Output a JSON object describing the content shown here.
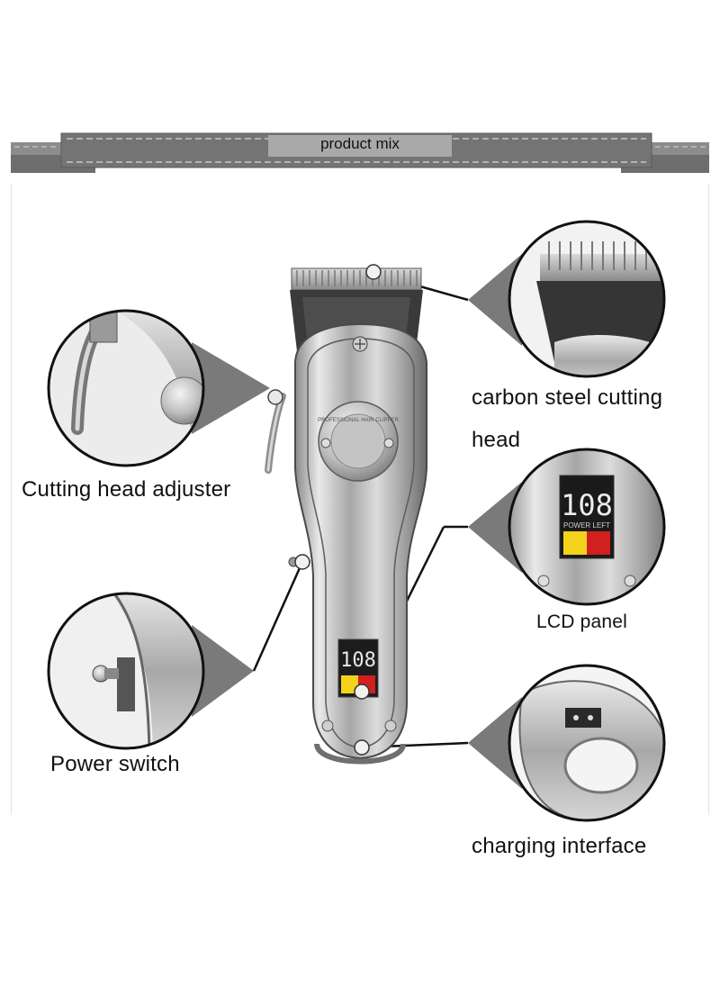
{
  "banner": {
    "title": "product mix"
  },
  "callouts": {
    "cutting_head_adjuster": "Cutting head adjuster",
    "power_switch": "Power switch",
    "carbon_steel_line1": "carbon steel cutting",
    "carbon_steel_line2": "head",
    "lcd_panel": "LCD panel",
    "charging_interface": "charging interface"
  },
  "lcd": {
    "digits": "108",
    "caption": "POWER LEFT",
    "body_caption": "PROFESSIONAL HAIR CLIPPER"
  },
  "colors": {
    "banner_dark": "#6e6e6e",
    "banner_light": "#8c8c8c",
    "stitch": "#d8d8d8",
    "wedge": "#7a7a7a",
    "chrome_light": "#e6e6e6",
    "chrome_mid": "#b4b4b4",
    "chrome_dark": "#6a6a6a",
    "lcd_yellow": "#f2d21b",
    "lcd_red": "#d21f1f"
  }
}
